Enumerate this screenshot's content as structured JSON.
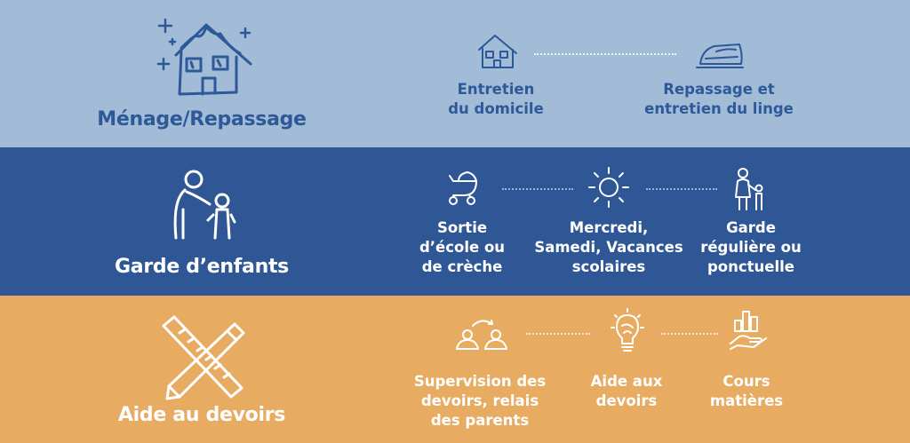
{
  "colors": {
    "band1_bg": "#a2bcd8",
    "band2_bg": "#2f5796",
    "band3_bg": "#e8ab62",
    "band1_fg": "#2d5998",
    "light_fg": "#ffffff"
  },
  "sections": [
    {
      "title": "Ménage/Repassage",
      "icon": "house-icon",
      "services": [
        {
          "label": "Entretien\ndu domicile",
          "icon": "house-icon"
        },
        {
          "label": "Repassage et\nentretien du linge",
          "icon": "iron-icon"
        }
      ]
    },
    {
      "title": "Garde d’enfants",
      "icon": "adult-child-icon",
      "services": [
        {
          "label": "Sortie\nd’école ou\nde crèche",
          "icon": "stroller-icon"
        },
        {
          "label": "Mercredi,\nSamedi, Vacances\nscolaires",
          "icon": "sun-icon"
        },
        {
          "label": "Garde\nrégulière ou\nponctuelle",
          "icon": "mother-child-icon"
        }
      ]
    },
    {
      "title": "Aide au devoirs",
      "icon": "pencil-ruler-icon",
      "services": [
        {
          "label": "Supervision des\ndevoirs, relais\ndes parents",
          "icon": "people-exchange-icon"
        },
        {
          "label": "Aide aux\ndevoirs",
          "icon": "lightbulb-icon"
        },
        {
          "label": "Cours\nmatières",
          "icon": "hand-chart-icon"
        }
      ]
    }
  ]
}
